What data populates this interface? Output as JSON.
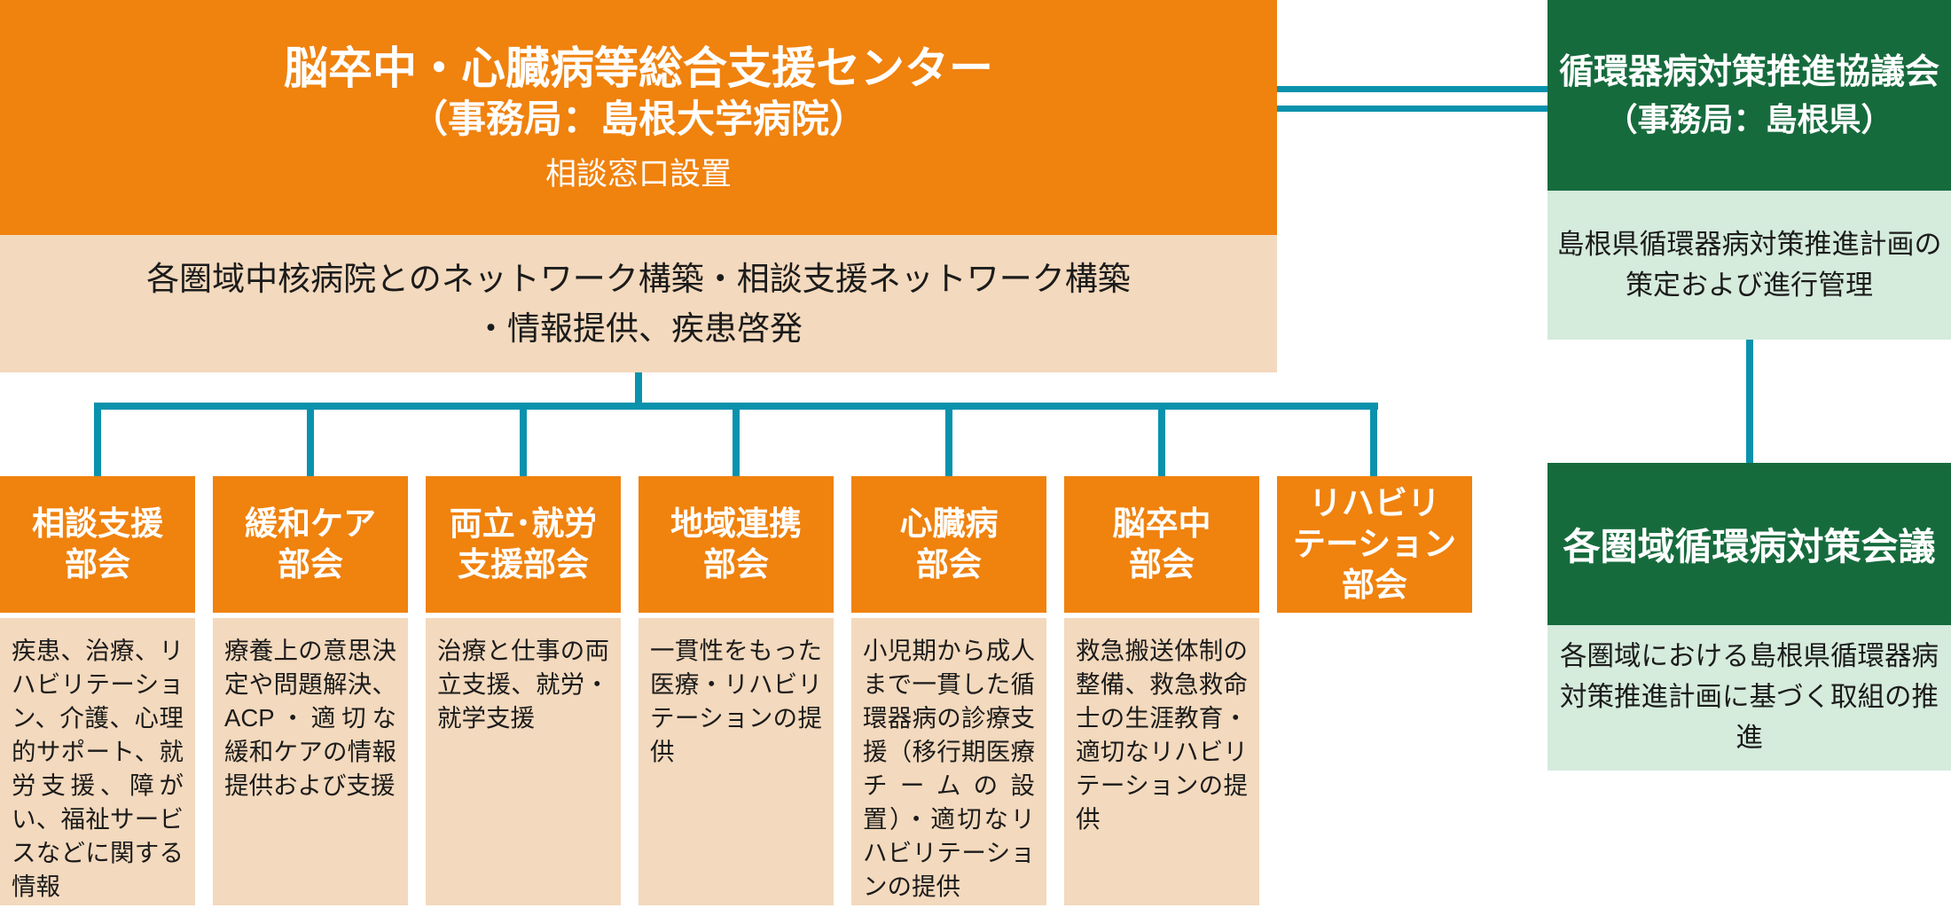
{
  "colors": {
    "orange": "#F0820E",
    "peach": "#F3D9BD",
    "green": "#166B3D",
    "lightgreen": "#D5EBDC",
    "teal": "#0A92AD",
    "ink": "#1B1B1B"
  },
  "center_org": {
    "title_line1": "脳卒中・心臓病等総合支援センター",
    "title_line2": "（事務局：島根大学病院）",
    "title_line3": "相談窓口設置",
    "network_role": "各圏域中核病院とのネットワーク構築・相談支援ネットワーク構築\n・情報提供、疾患啓発"
  },
  "subcommittees": [
    {
      "title": "相談支援\n部会",
      "description": "疾患、治療、リハビリテーション、介護、心理的サポート、就労支援、障がい、福祉サービスなどに関する情報"
    },
    {
      "title": "緩和ケア\n部会",
      "description": "療養上の意思決定や問題解決、ACP・適切な緩和ケアの情報提供および支援"
    },
    {
      "title": "両立･就労\n支援部会",
      "description": "治療と仕事の両立支援、就労・就学支援"
    },
    {
      "title": "地域連携\n部会",
      "description": "一貫性をもった医療・リハビリテーションの提供"
    },
    {
      "title": "心臓病\n部会",
      "description": "小児期から成人まで一貫した循環器病の診療支援（移行期医療チームの設置）・適切なリハビリテーションの提供"
    },
    {
      "title": "脳卒中\n部会",
      "description": "救急搬送体制の整備、救急救命士の生涯教育・適切なリハビリテーションの提供"
    },
    {
      "title": "リハビリ\nテーション\n部会",
      "description": ""
    }
  ],
  "prefecture": {
    "council_title_line1": "循環器病対策推進協議会",
    "council_title_line2": "（事務局：島根県）",
    "council_role": "島根県循環器病対策推進計画の\n策定および進行管理",
    "regional_title": "各圏域循環病対策会議",
    "regional_role": "各圏域における島根県循環器病\n対策推進計画に基づく取組の推進"
  }
}
